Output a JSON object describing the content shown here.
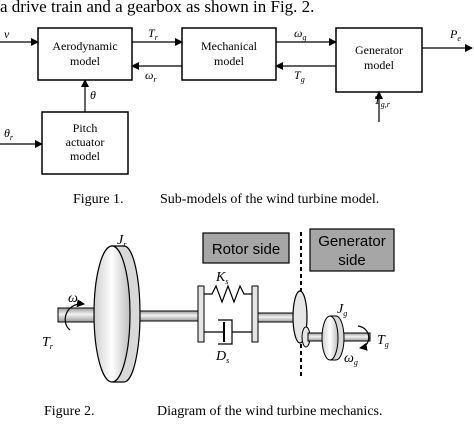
{
  "top_text": "a drive train and a gearbox as shown in Fig. 2.",
  "figure1": {
    "blocks": {
      "aero": [
        "Aerodynamic",
        "model"
      ],
      "mech": [
        "Mechanical",
        "model"
      ],
      "gen": [
        "Generator",
        "model"
      ],
      "pitch": [
        "Pitch",
        "actuator",
        "model"
      ]
    },
    "signals": {
      "v": "v",
      "T": "T",
      "omega": "ω",
      "theta": "θ",
      "P": "P"
    },
    "subscripts": {
      "r": "r",
      "g": "g",
      "e": "e",
      "gr": "g,r"
    },
    "caption_num": "Figure 1.",
    "caption_text": "Sub-models of the wind turbine model."
  },
  "figure2": {
    "rotor_side": "Rotor side",
    "generator_side": [
      "Generator",
      "side"
    ],
    "symbols": {
      "J": "J",
      "K": "K",
      "D": "D",
      "T": "T",
      "omega": "ω"
    },
    "subscripts": {
      "r": "r",
      "s": "s",
      "g": "g"
    },
    "caption_num": "Figure 2.",
    "caption_text": "Diagram of the wind turbine mechanics."
  }
}
